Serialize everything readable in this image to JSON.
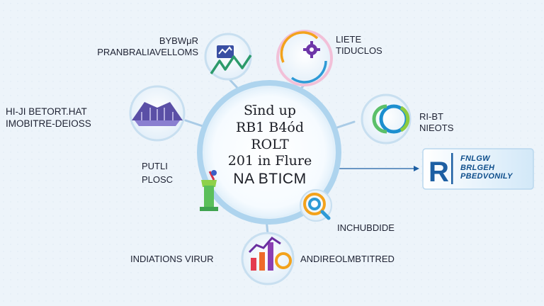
{
  "hub": {
    "lines": [
      "Sīnd up",
      "RB1 B4ód",
      "ROLT",
      "201 in Flure"
    ],
    "strong": "NA BTICM"
  },
  "labels": {
    "top_left": [
      "BYBWμR",
      "PRANBRALIAVELLOMS"
    ],
    "top_right": [
      "LIETE",
      "TIDUCLOS"
    ],
    "mid_left": [
      "HI-JI BETORT.HAT",
      "IMOBITRE-DEIOSS"
    ],
    "mid_right": [
      "RI-BT",
      "NIEOTS"
    ],
    "center_left": [
      "PUTLI",
      "PLOSC"
    ],
    "lower_right": [
      "INCHUBDIDE"
    ],
    "bottom_left": [
      "INDIATIONS VIRUR"
    ],
    "bottom_right": [
      "ANDIREOLMBTITRED"
    ]
  },
  "badge": {
    "glyph": "R",
    "lines": [
      "FNLGW",
      "BRLGEH",
      "PBEDVONILY"
    ]
  },
  "colors": {
    "background": "#edf4fa",
    "hub_ring": "#aed4ee",
    "connector": "#a9cbe6",
    "text": "#1e2233",
    "badge_blue": "#1d5fa3"
  },
  "icons": [
    "chart-trend-icon",
    "gear-cycle-icon",
    "arena-icon",
    "ring-link-icon",
    "pillar-icon",
    "magnifier-gear-icon",
    "bar-chart-icon"
  ]
}
